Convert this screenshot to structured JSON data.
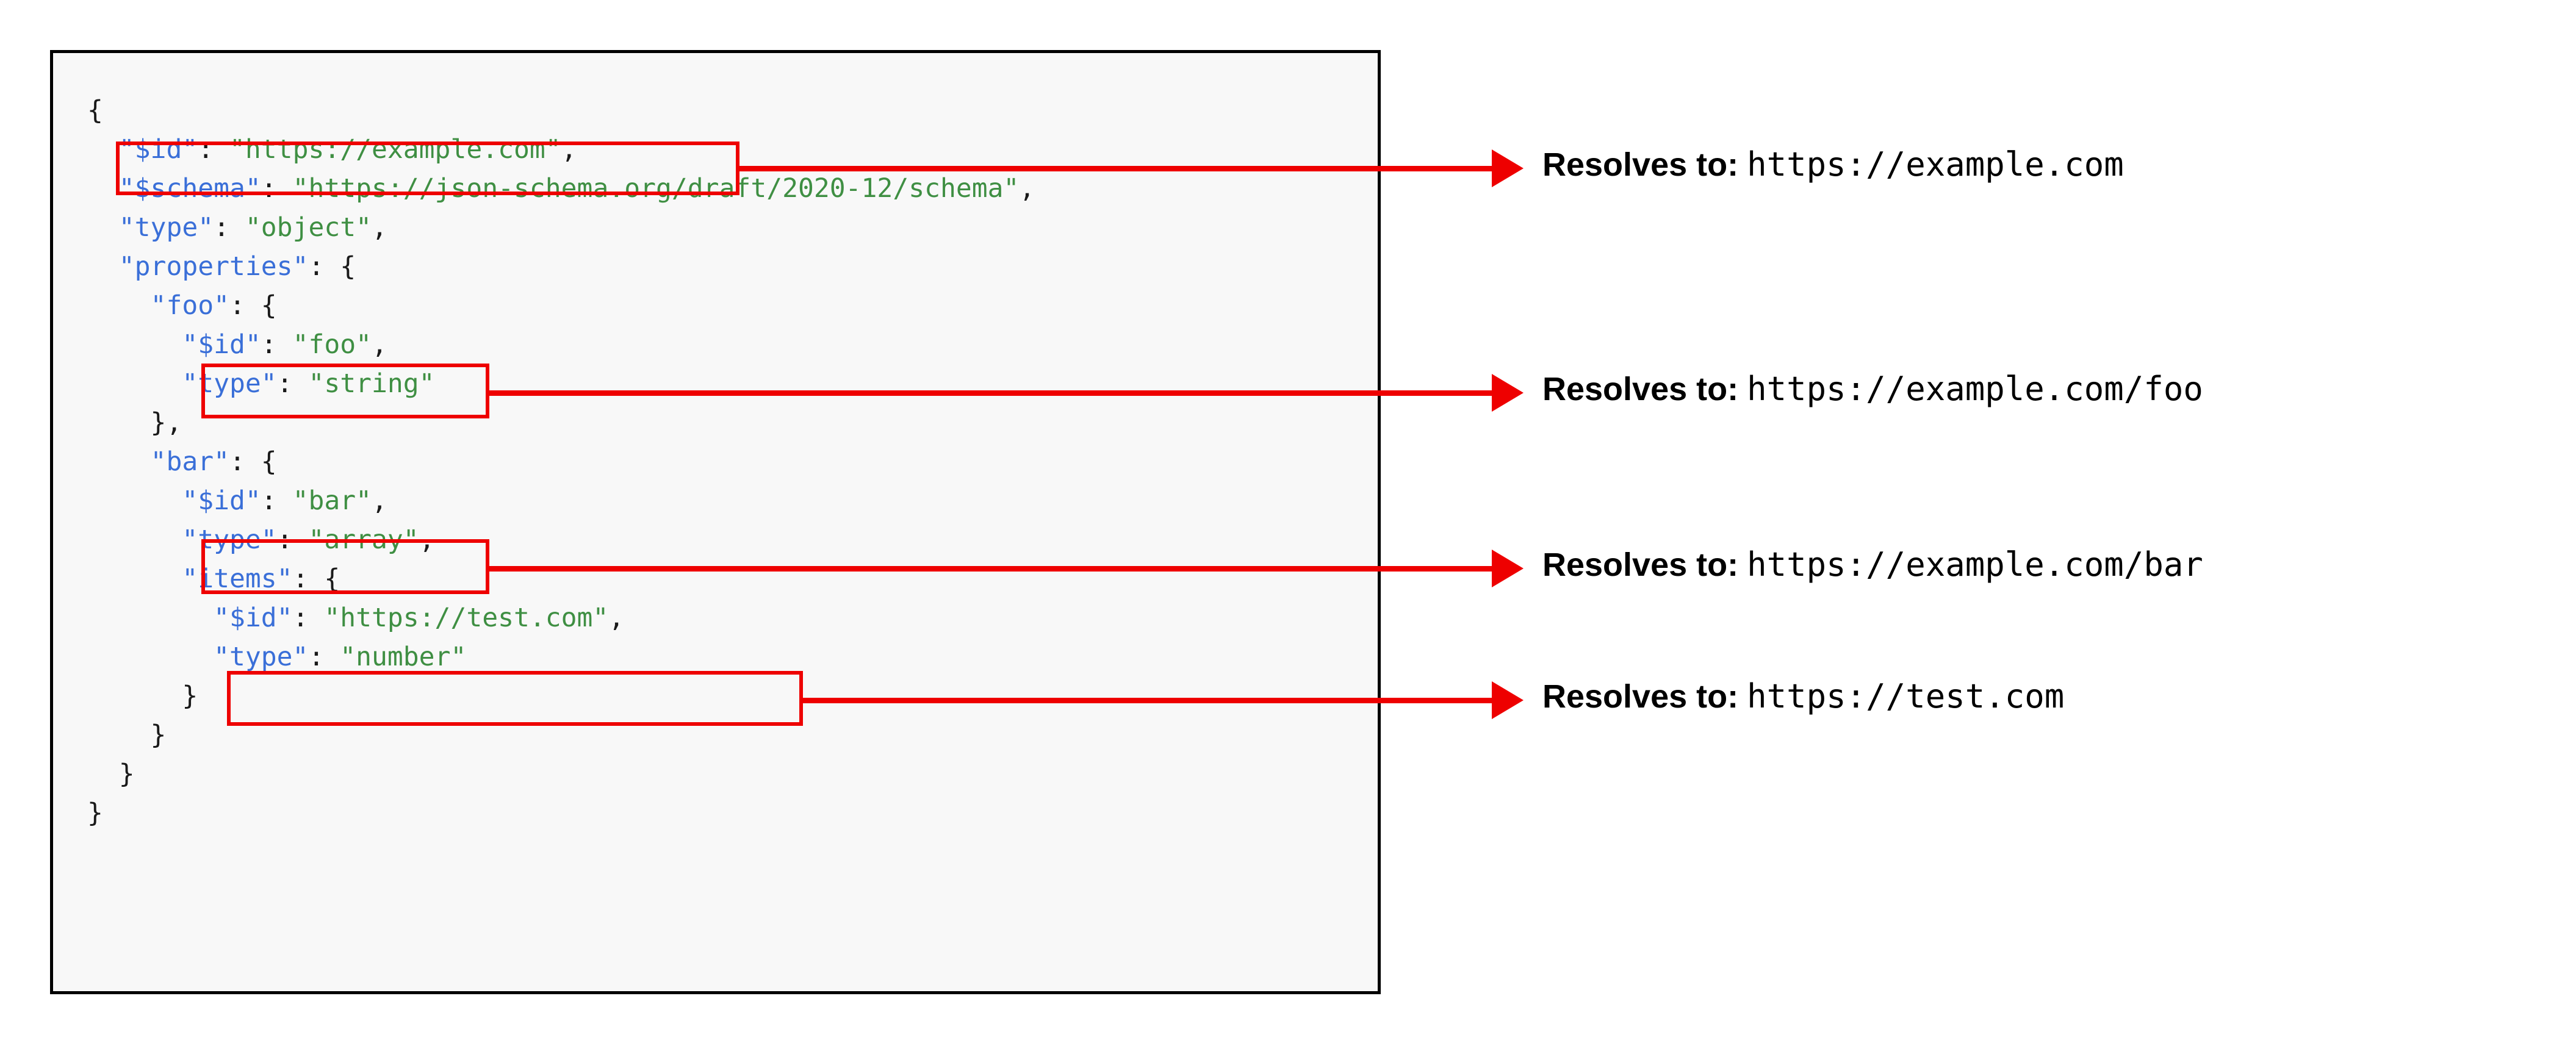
{
  "panel": {
    "background_color": "#f8f8f8",
    "border_color": "#000000"
  },
  "colors": {
    "key": "#3a6fd8",
    "string": "#3f8f43",
    "punctuation": "#1a1a1a",
    "highlight": "#ee0000",
    "text": "#000000"
  },
  "code": {
    "language": "json",
    "lines": [
      {
        "indent": "",
        "key": "",
        "value": "",
        "open": "{",
        "trail": ""
      },
      {
        "indent": "  ",
        "key": "\"$id\"",
        "value": "\"https://example.com\"",
        "open": "",
        "trail": ","
      },
      {
        "indent": "  ",
        "key": "\"$schema\"",
        "value": "\"https://json-schema.org/draft/2020-12/schema\"",
        "open": "",
        "trail": ","
      },
      {
        "indent": "  ",
        "key": "\"type\"",
        "value": "\"object\"",
        "open": "",
        "trail": ","
      },
      {
        "indent": "  ",
        "key": "\"properties\"",
        "value": "",
        "open": "{",
        "trail": ""
      },
      {
        "indent": "    ",
        "key": "\"foo\"",
        "value": "",
        "open": "{",
        "trail": ""
      },
      {
        "indent": "      ",
        "key": "\"$id\"",
        "value": "\"foo\"",
        "open": "",
        "trail": ","
      },
      {
        "indent": "      ",
        "key": "\"type\"",
        "value": "\"string\"",
        "open": "",
        "trail": ""
      },
      {
        "indent": "    ",
        "key": "",
        "value": "",
        "open": "},",
        "trail": ""
      },
      {
        "indent": "    ",
        "key": "\"bar\"",
        "value": "",
        "open": "{",
        "trail": ""
      },
      {
        "indent": "      ",
        "key": "\"$id\"",
        "value": "\"bar\"",
        "open": "",
        "trail": ","
      },
      {
        "indent": "      ",
        "key": "\"type\"",
        "value": "\"array\"",
        "open": "",
        "trail": ","
      },
      {
        "indent": "      ",
        "key": "\"items\"",
        "value": "",
        "open": "{",
        "trail": ""
      },
      {
        "indent": "        ",
        "key": "\"$id\"",
        "value": "\"https://test.com\"",
        "open": "",
        "trail": ","
      },
      {
        "indent": "        ",
        "key": "\"type\"",
        "value": "\"number\"",
        "open": "",
        "trail": ""
      },
      {
        "indent": "      ",
        "key": "",
        "value": "",
        "open": "}",
        "trail": ""
      },
      {
        "indent": "    ",
        "key": "",
        "value": "",
        "open": "}",
        "trail": ""
      },
      {
        "indent": "  ",
        "key": "",
        "value": "",
        "open": "}",
        "trail": ""
      },
      {
        "indent": "",
        "key": "",
        "value": "",
        "open": "}",
        "trail": ""
      }
    ],
    "raw_text": [
      "{",
      "  \"$id\": \"https://example.com\",",
      "  \"$schema\": \"https://json-schema.org/draft/2020-12/schema\",",
      "  \"type\": \"object\",",
      "  \"properties\": {",
      "    \"foo\": {",
      "      \"$id\": \"foo\",",
      "      \"type\": \"string\"",
      "    },",
      "    \"bar\": {",
      "      \"$id\": \"bar\",",
      "      \"type\": \"array\",",
      "      \"items\": {",
      "        \"$id\": \"https://test.com\",",
      "        \"type\": \"number\"",
      "      }",
      "    }",
      "  }",
      "}"
    ]
  },
  "annotations": [
    {
      "label": "Resolves to:",
      "url": "https://example.com"
    },
    {
      "label": "Resolves to:",
      "url": "https://example.com/foo"
    },
    {
      "label": "Resolves to:",
      "url": "https://example.com/bar"
    },
    {
      "label": "Resolves to:",
      "url": "https://test.com"
    }
  ]
}
